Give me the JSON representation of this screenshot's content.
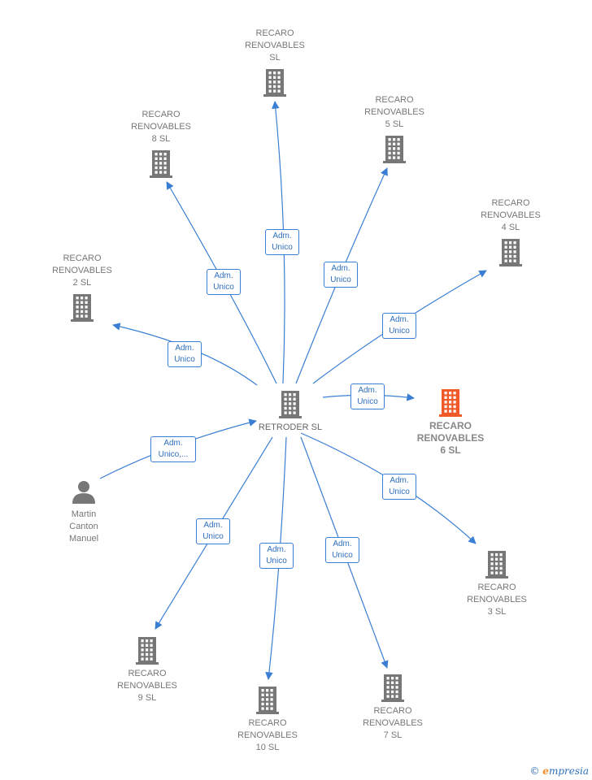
{
  "colors": {
    "edge": "#3a7fd4",
    "building": "#777777",
    "highlight": "#f05a28",
    "person": "#777777"
  },
  "nodes": [
    {
      "id": "center",
      "label": "RETRODER SL",
      "icon": "building-icon",
      "kind": "center"
    },
    {
      "id": "r_sl",
      "label": "RECARO\nRENOVABLES\nSL",
      "icon": "building-icon"
    },
    {
      "id": "r5",
      "label": "RECARO\nRENOVABLES\n5  SL",
      "icon": "building-icon"
    },
    {
      "id": "r8",
      "label": "RECARO\nRENOVABLES\n8  SL",
      "icon": "building-icon"
    },
    {
      "id": "r4",
      "label": "RECARO\nRENOVABLES\n4  SL",
      "icon": "building-icon"
    },
    {
      "id": "r2",
      "label": "RECARO\nRENOVABLES\n2  SL",
      "icon": "building-icon"
    },
    {
      "id": "r6",
      "label": "RECARO\nRENOVABLES\n6  SL",
      "icon": "building-icon",
      "kind": "highlight"
    },
    {
      "id": "martin",
      "label": "Martin\nCanton\nManuel",
      "icon": "person-icon"
    },
    {
      "id": "r3",
      "label": "RECARO\nRENOVABLES\n3  SL",
      "icon": "building-icon"
    },
    {
      "id": "r9",
      "label": "RECARO\nRENOVABLES\n9  SL",
      "icon": "building-icon"
    },
    {
      "id": "r10",
      "label": "RECARO\nRENOVABLES\n10  SL",
      "icon": "building-icon"
    },
    {
      "id": "r7",
      "label": "RECARO\nRENOVABLES\n7  SL",
      "icon": "building-icon"
    }
  ],
  "edges": [
    {
      "from": "center",
      "to": "r_sl",
      "label": "Adm.\nUnico"
    },
    {
      "from": "center",
      "to": "r5",
      "label": "Adm.\nUnico"
    },
    {
      "from": "center",
      "to": "r8",
      "label": "Adm.\nUnico"
    },
    {
      "from": "center",
      "to": "r4",
      "label": "Adm.\nUnico"
    },
    {
      "from": "center",
      "to": "r2",
      "label": "Adm.\nUnico"
    },
    {
      "from": "center",
      "to": "r6",
      "label": "Adm.\nUnico"
    },
    {
      "from": "martin",
      "to": "center",
      "label": "Adm.\nUnico,..."
    },
    {
      "from": "center",
      "to": "r3",
      "label": "Adm.\nUnico"
    },
    {
      "from": "center",
      "to": "r9",
      "label": "Adm.\nUnico"
    },
    {
      "from": "center",
      "to": "r10",
      "label": "Adm.\nUnico"
    },
    {
      "from": "center",
      "to": "r7",
      "label": "Adm.\nUnico"
    }
  ],
  "credit": {
    "copyright": "©",
    "brand_initial": "e",
    "brand_rest": "mpresia"
  }
}
